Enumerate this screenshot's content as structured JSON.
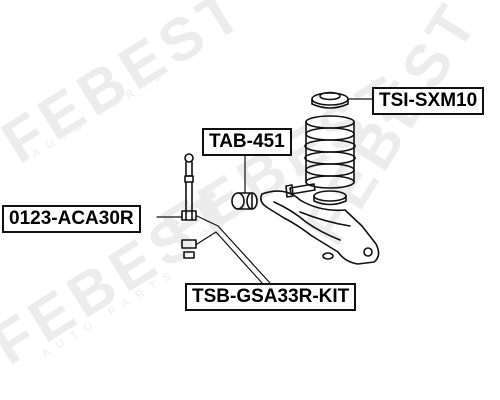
{
  "watermark": {
    "brand": "FEBEST",
    "tagline": "AUTO PARTS"
  },
  "callouts": {
    "spring_pad": "TSI-SXM10",
    "arm_bushing": "TAB-451",
    "stabilizer_link": "0123-ACA30R",
    "stabilizer_bushing_kit": "TSB-GSA33R-KIT"
  }
}
